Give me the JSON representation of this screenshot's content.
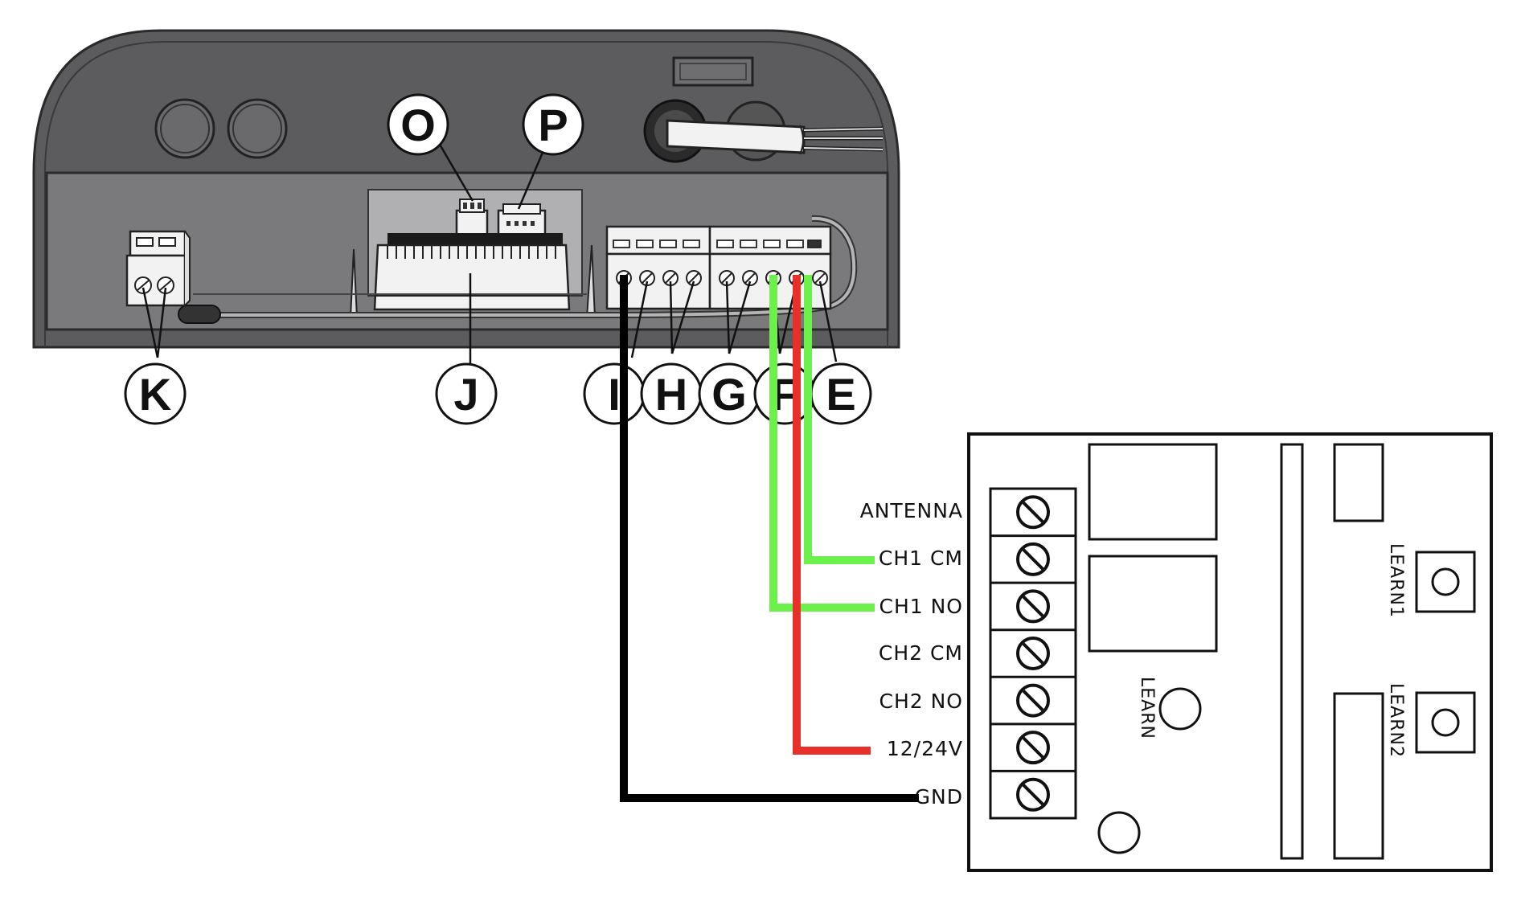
{
  "callouts": {
    "o": "O",
    "p": "P",
    "k": "K",
    "j": "J",
    "i": "I",
    "h": "H",
    "g": "G",
    "f": "F",
    "e": "E"
  },
  "receiver": {
    "terminals": [
      "ANTENNA",
      "CH1 CM",
      "CH1 NO",
      "CH2 CM",
      "CH2 NO",
      "12/24V",
      "GND"
    ],
    "learn": "LEARN",
    "learn1": "LEARN1",
    "learn2": "LEARN2"
  },
  "colors": {
    "housing": "#5c5c5e",
    "panel": "#7a7a7c",
    "wire_green": "#6cf04c",
    "wire_red": "#e8302a",
    "wire_black": "#000000"
  }
}
